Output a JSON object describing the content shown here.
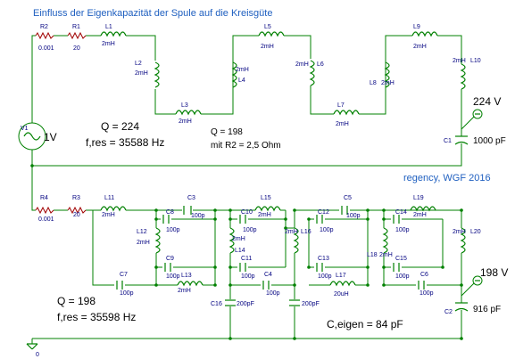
{
  "title": "Einfluss der Eigenkapazität der Spule auf die Kreisgüte",
  "credit": "regency, WGF 2016",
  "top_circuit": {
    "q_value": "Q = 224",
    "f_res": "f,res = 35588 Hz",
    "q_alt": "Q = 198",
    "q_alt_note": "mit R2 = 2,5 Ohm",
    "probe_voltage": "224 V",
    "source_name": "V1",
    "source_value": "1V",
    "resistors": [
      {
        "name": "R2",
        "value": "0.001"
      },
      {
        "name": "R1",
        "value": "20"
      }
    ],
    "inductors": [
      {
        "name": "L1",
        "value": "2mH"
      },
      {
        "name": "L2",
        "value": "2mH"
      },
      {
        "name": "L3",
        "value": "2mH"
      },
      {
        "name": "L4",
        "value": "2mH"
      },
      {
        "name": "L5",
        "value": "2mH"
      },
      {
        "name": "L6",
        "value": "2mH"
      },
      {
        "name": "L7",
        "value": "2mH"
      },
      {
        "name": "L8",
        "value": "2mH"
      },
      {
        "name": "L9",
        "value": "2mH"
      },
      {
        "name": "L10",
        "value": "2mH"
      }
    ],
    "capacitor": {
      "name": "C1",
      "value": "1000 pF"
    },
    "ground": "0"
  },
  "bottom_circuit": {
    "q_value": "Q = 198",
    "f_res": "f,res = 35598 Hz",
    "c_eigen": "C,eigen = 84 pF",
    "probe_voltage": "198 V",
    "resistors": [
      {
        "name": "R4",
        "value": "0.001"
      },
      {
        "name": "R3",
        "value": "20"
      }
    ],
    "inductors": [
      {
        "name": "L11",
        "value": "2mH"
      },
      {
        "name": "L12",
        "value": "2mH"
      },
      {
        "name": "L13",
        "value": "2mH"
      },
      {
        "name": "L14",
        "value": "2mH"
      },
      {
        "name": "L15",
        "value": "2mH"
      },
      {
        "name": "L16",
        "value": "2mH"
      },
      {
        "name": "L17",
        "value": "20uH"
      },
      {
        "name": "L18",
        "value": "2mH"
      },
      {
        "name": "L19",
        "value": "2mH"
      },
      {
        "name": "L20",
        "value": "2mH"
      }
    ],
    "capacitors": [
      {
        "name": "C3",
        "value": "100p"
      },
      {
        "name": "C8",
        "value": "100p"
      },
      {
        "name": "C9",
        "value": "100p"
      },
      {
        "name": "C7",
        "value": "100p"
      },
      {
        "name": "C10",
        "value": "100p"
      },
      {
        "name": "C11",
        "value": "100p"
      },
      {
        "name": "C4",
        "value": "100p"
      },
      {
        "name": "C16",
        "value": "200pF"
      },
      {
        "name": "C5",
        "value": "100p"
      },
      {
        "name": "C12",
        "value": "100p"
      },
      {
        "name": "C13",
        "value": "100p"
      },
      {
        "name": "C14",
        "value": "100p"
      },
      {
        "name": "C15",
        "value": "100p"
      },
      {
        "name": "C6",
        "value": "100p"
      },
      {
        "name": "C2",
        "value": "916 pF"
      }
    ],
    "extra_cap_value": "200pF",
    "ground": "0"
  }
}
